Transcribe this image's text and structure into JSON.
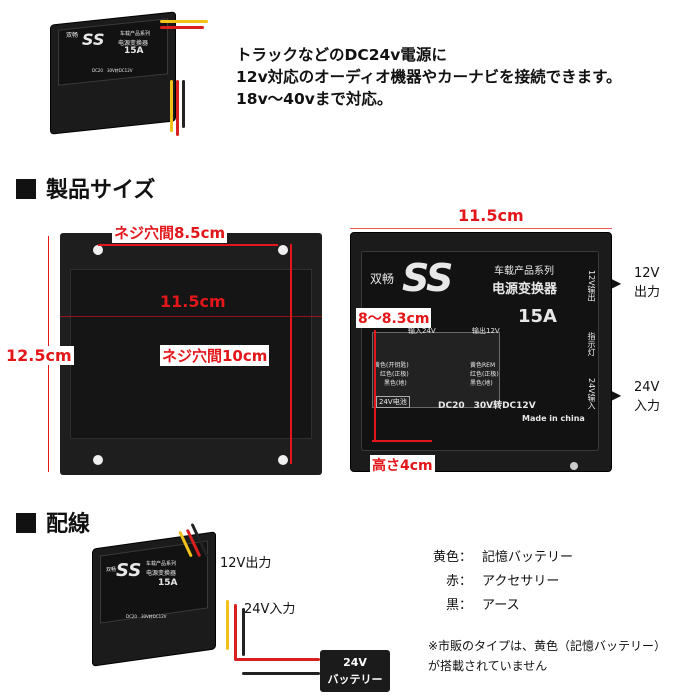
{
  "intro": {
    "line1": "トラックなどのDC24v電源に",
    "line2": "12v対応のオーディオ機器やカーナビを接続できます。",
    "line3": "18v～40vまで対応。"
  },
  "sections": {
    "size_title": "製品サイズ",
    "wiring_title": "配線"
  },
  "product": {
    "brand": "双畅",
    "logo": "SS",
    "series": "车载产品系列",
    "name": "电源变换器",
    "rating": "15A",
    "model": "DC20　30V转DC12V",
    "made_in": "Made in china",
    "input_label": "输入24V",
    "output_label": "输出12V",
    "indicator": "指示灯",
    "input_side": "24V输入",
    "output_side": "12V输出",
    "battery_label": "24V电池",
    "wire_yellow": "黄色(开钥匙)",
    "wire_red": "红色(正极)",
    "wire_black": "黑色(地)",
    "wire_yellow_rem": "黄色REM",
    "wire_red_pos": "红色(正极)",
    "wire_black_gnd": "黑色(地)"
  },
  "dimensions": {
    "screw_width": "ネジ穴間8.5cm",
    "screw_height": "ネジ穴間10cm",
    "plate_width": "11.5cm",
    "plate_height": "12.5cm",
    "body_width": "11.5cm",
    "body_depth": "8～8.3cm",
    "body_height": "高さ4cm"
  },
  "ports": {
    "out_value": "12V",
    "out_text": "出力",
    "in_value": "24V",
    "in_text": "入力"
  },
  "wiring": {
    "output_label": "12V出力",
    "input_label": "24V入力",
    "battery": "24V\nバッテリー",
    "battery_line1": "24V",
    "battery_line2": "バッテリー"
  },
  "legend": [
    {
      "key": "黄色：",
      "value": "記憶バッテリー"
    },
    {
      "key": "赤：",
      "value": "アクセサリー"
    },
    {
      "key": "黒：",
      "value": "アース"
    }
  ],
  "note": {
    "line1": "※市販のタイプは、黄色（記憶バッテリー）",
    "line2": "が搭載されていません"
  },
  "colors": {
    "accent_red": "#e3161a",
    "wire_yellow": "#f2c21b",
    "wire_red": "#d92020",
    "wire_black": "#222222"
  }
}
